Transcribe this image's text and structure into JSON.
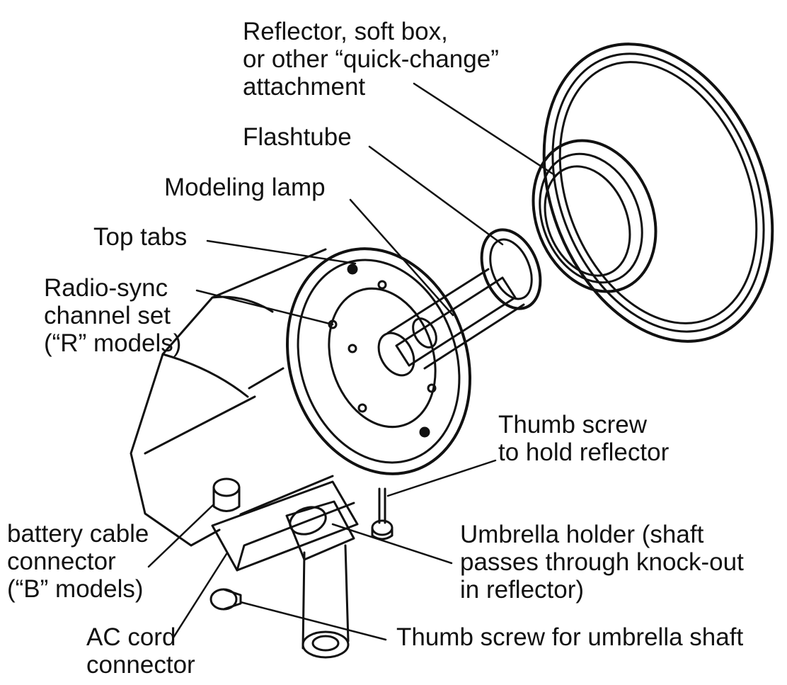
{
  "labels": {
    "reflector": [
      "Reflector, soft box,",
      "or other “quick-change”",
      "attachment"
    ],
    "flashtube": [
      "Flashtube"
    ],
    "modeling_lamp": [
      "Modeling lamp"
    ],
    "top_tabs": [
      "Top tabs"
    ],
    "radio_sync": [
      "Radio-sync",
      "channel set",
      "(“R” models)"
    ],
    "thumb_screw_reflector": [
      "Thumb screw",
      "to hold reflector"
    ],
    "battery_connector": [
      "battery cable",
      "connector",
      "(“B” models)"
    ],
    "umbrella_holder": [
      "Umbrella holder (shaft",
      "passes through knock-out",
      "in reflector)"
    ],
    "thumb_screw_umbrella": [
      "Thumb screw for umbrella shaft"
    ],
    "ac_cord": [
      "AC cord",
      "connector"
    ]
  }
}
